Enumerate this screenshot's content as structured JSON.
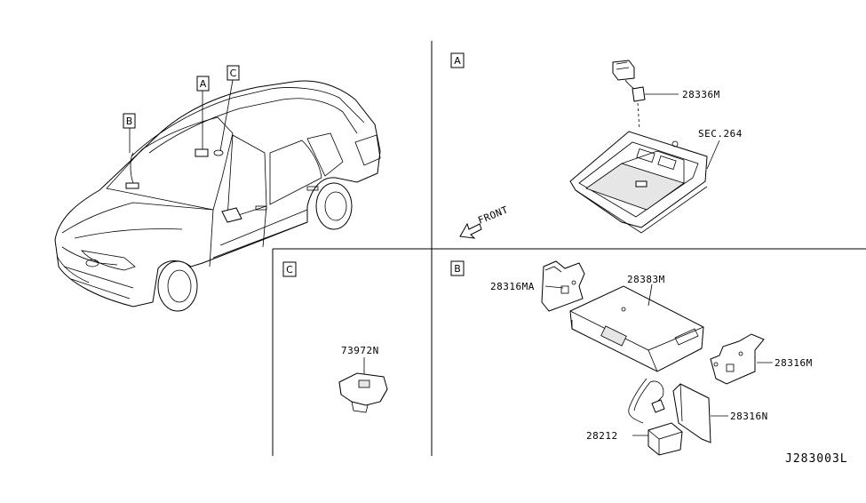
{
  "callouts": {
    "car_a": "A",
    "car_b": "B",
    "car_c": "C",
    "section_a": "A",
    "section_b": "B",
    "section_c": "C"
  },
  "parts": {
    "p28336M": "28336M",
    "sec264": "SEC.264",
    "front": "FRONT",
    "p73972N": "73972N",
    "p28316MA": "28316MA",
    "p28383M": "28383M",
    "p28316M": "28316M",
    "p28316N": "28316N",
    "p28212": "28212"
  },
  "diagram_code": "J283003L"
}
